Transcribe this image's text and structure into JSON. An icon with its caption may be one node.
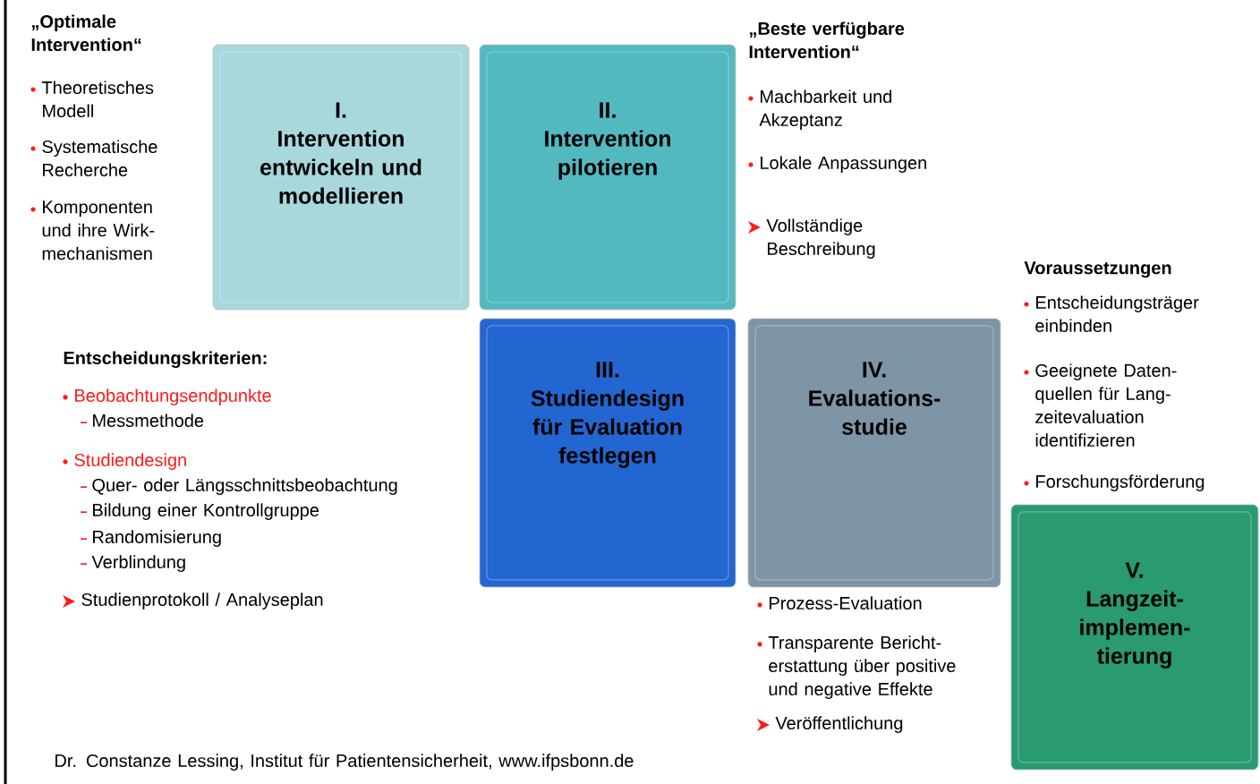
{
  "diagram": {
    "nodes": [
      {
        "text": [
          "I.",
          "Intervention entwickeln und modellieren"
        ]
      },
      {
        "text": [
          "II.",
          "Intervention pilotieren"
        ]
      },
      {
        "text": [
          "III.",
          "Studiendesign für Evaluation festlegen"
        ]
      },
      {
        "text": [
          "IV.",
          "Evaluations-studie"
        ]
      },
      {
        "text": [
          "V.",
          "Langzeit-implemen-tierung"
        ]
      }
    ],
    "labels": [
      "„Optimale Intervention“",
      "Theoretisches Modell",
      "Systematische Recherche",
      "Komponenten und ihre Wirk-mechanismen",
      "„Beste verfügbare Intervention“",
      "Machbarkeit und Akzeptanz",
      "Lokale Anpassungen",
      "Vollständige Beschreibung",
      "Voraussetzungen",
      "Entscheidungsträger einbinden",
      "Geeignete Daten-quellen für Lang-zeitevaluation identifizieren",
      "Forschungsförderung",
      "Entscheidungskriterien:",
      "Beobachtungsendpunkte",
      "Messmethode",
      "Studiendesign",
      "Quer- oder Längsschnittsbeobachtung",
      "Bildung einer Kontrollgruppe",
      "Randomisierung",
      "Verblindung",
      "Studienprotokoll / Analyseplan",
      "Prozess-Evaluation",
      "Transparente Bericht-erstattung über positive und negative Effekte",
      "Veröffentlichung",
      "Dr. Constanze Lessing, Institut für Patientensicherheit, www.ifpsbonn.de"
    ]
  }
}
